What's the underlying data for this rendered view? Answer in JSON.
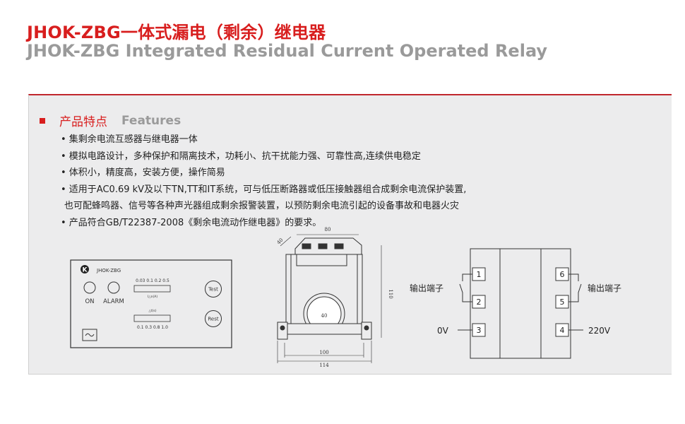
{
  "title": {
    "cn": "JHOK-ZBG一体式漏电（剩余）继电器",
    "en": "JHOK-ZBG Integrated Residual Current Operated Relay"
  },
  "features": {
    "heading_cn": "产品特点",
    "heading_en": "Features",
    "items": [
      "• 集剩余电流互感器与继电器一体",
      "• 模拟电路设计，多种保护和隔离技术，功耗小、抗干扰能力强、可靠性高,连续供电稳定",
      "• 体积小，精度高，安装方便，操作简易",
      "• 适用于AC0.69 kV及以下TN,TT和IT系统，可与低压断路器或低压接触器组合成剩余电流保护装置,",
      "也可配蜂鸣器、信号等各种声光器组成剩余报警装置，以预防剩余电流引起的设备事故和电器火灾",
      "• 产品符合GB/T22387-2008《剩余电流动作继电器》的要求。"
    ]
  },
  "front_panel": {
    "logo": "K",
    "model": "JHOK-ZBG",
    "scale_top": "0.03  0.1  0.2  0.5",
    "scale_top_unit": "I△n(A)",
    "scale_bottom_unit": "△t(s)",
    "scale_bottom": "0.1  0.3  0.8  1.0",
    "on_label": "ON",
    "alarm_label": "ALARM",
    "test_label": "Test",
    "rest_label": "Rest"
  },
  "dimensions": {
    "top": "80",
    "slant": "40",
    "hole": "40",
    "height": "110",
    "base_inner": "100",
    "base_outer": "114"
  },
  "wiring": {
    "left_terminals": [
      "1",
      "2",
      "3"
    ],
    "right_terminals": [
      "6",
      "5",
      "4"
    ],
    "output_left": "输出端子",
    "output_right": "输出端子",
    "v_left": "0V",
    "v_right": "220V"
  }
}
